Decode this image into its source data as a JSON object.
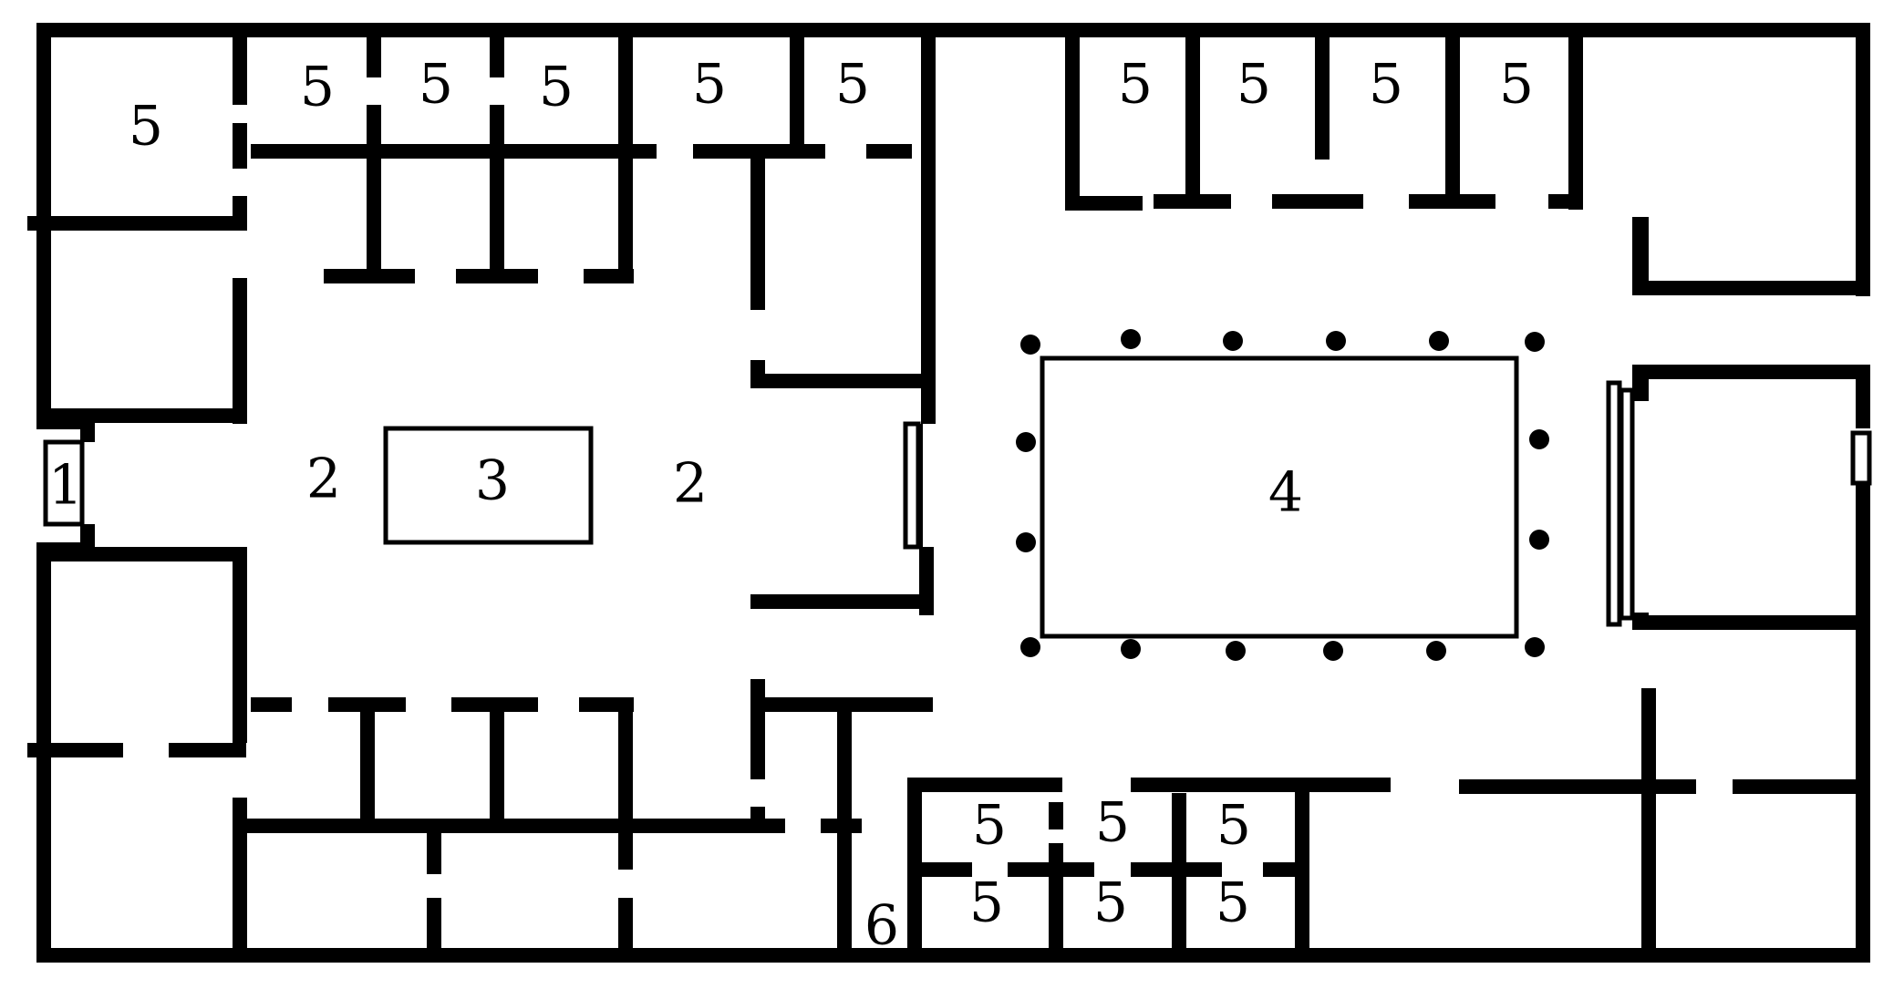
{
  "colors": {
    "ink": "#000000",
    "paper": "#ffffff"
  },
  "labels": {
    "entrance": "1",
    "atrium": "2",
    "impluvium": "3",
    "peristyle": "4",
    "room": "5",
    "posticum": "6"
  }
}
